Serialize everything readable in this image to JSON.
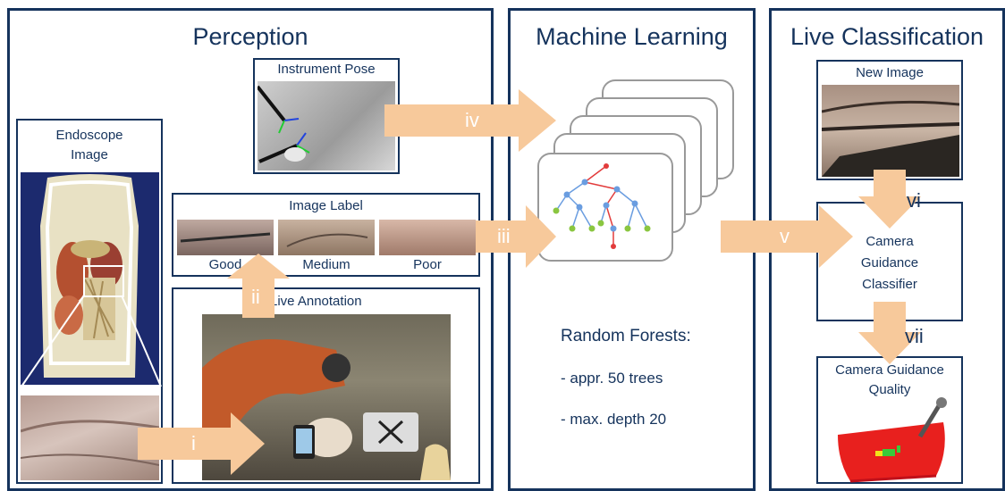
{
  "panels": {
    "perception": "Perception",
    "machine_learning": "Machine Learning",
    "live_classification": "Live Classification"
  },
  "perception": {
    "instrument_pose": "Instrument Pose",
    "endoscope_image_line1": "Endoscope",
    "endoscope_image_line2": "Image",
    "image_label": "Image Label",
    "labels": [
      "Good",
      "Medium",
      "Poor"
    ],
    "live_annotation": "Live Annotation"
  },
  "machine_learning": {
    "rf_title": "Random Forests:",
    "rf_items": [
      "- appr. 50 trees",
      "- max. depth 20"
    ]
  },
  "live_classification": {
    "new_image": "New Image",
    "classifier_line1": "Camera",
    "classifier_line2": "Guidance",
    "classifier_line3": "Classifier",
    "quality_line1": "Camera Guidance",
    "quality_line2": "Quality"
  },
  "arrows": {
    "i": "i",
    "ii": "ii",
    "iii": "iii",
    "iv": "iv",
    "v": "v",
    "vi": "vi",
    "vii": "vii"
  },
  "colors": {
    "frame": "#15335c",
    "arrow": "#f7c99b",
    "tree_blue": "#6a9de0",
    "tree_red": "#e23b3b",
    "tree_green": "#8ac640",
    "quality_red": "#e8201e"
  }
}
